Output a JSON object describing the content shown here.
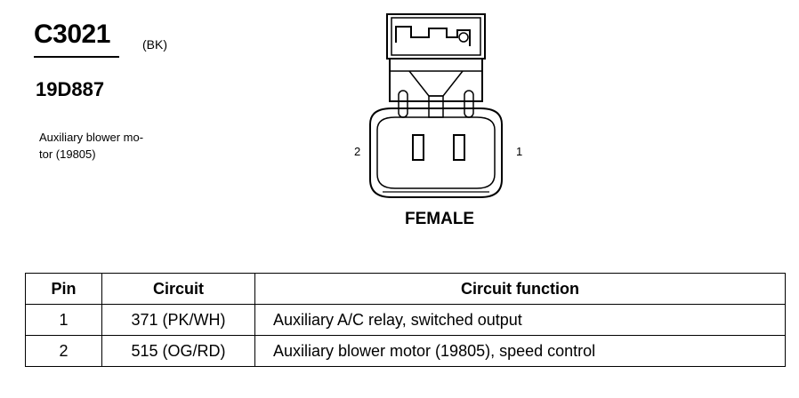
{
  "connector": {
    "id": "C3021",
    "color": "(BK)",
    "part_number": "19D887",
    "description": "Auxiliary blower mo-\ntor (19805)"
  },
  "diagram": {
    "pin_left_label": "2",
    "pin_right_label": "1",
    "gender": "FEMALE"
  },
  "table": {
    "headers": [
      "Pin",
      "Circuit",
      "Circuit function"
    ],
    "rows": [
      [
        "1",
        "371 (PK/WH)",
        "Auxiliary A/C relay, switched output"
      ],
      [
        "2",
        "515 (OG/RD)",
        "Auxiliary blower motor (19805), speed control"
      ]
    ]
  }
}
